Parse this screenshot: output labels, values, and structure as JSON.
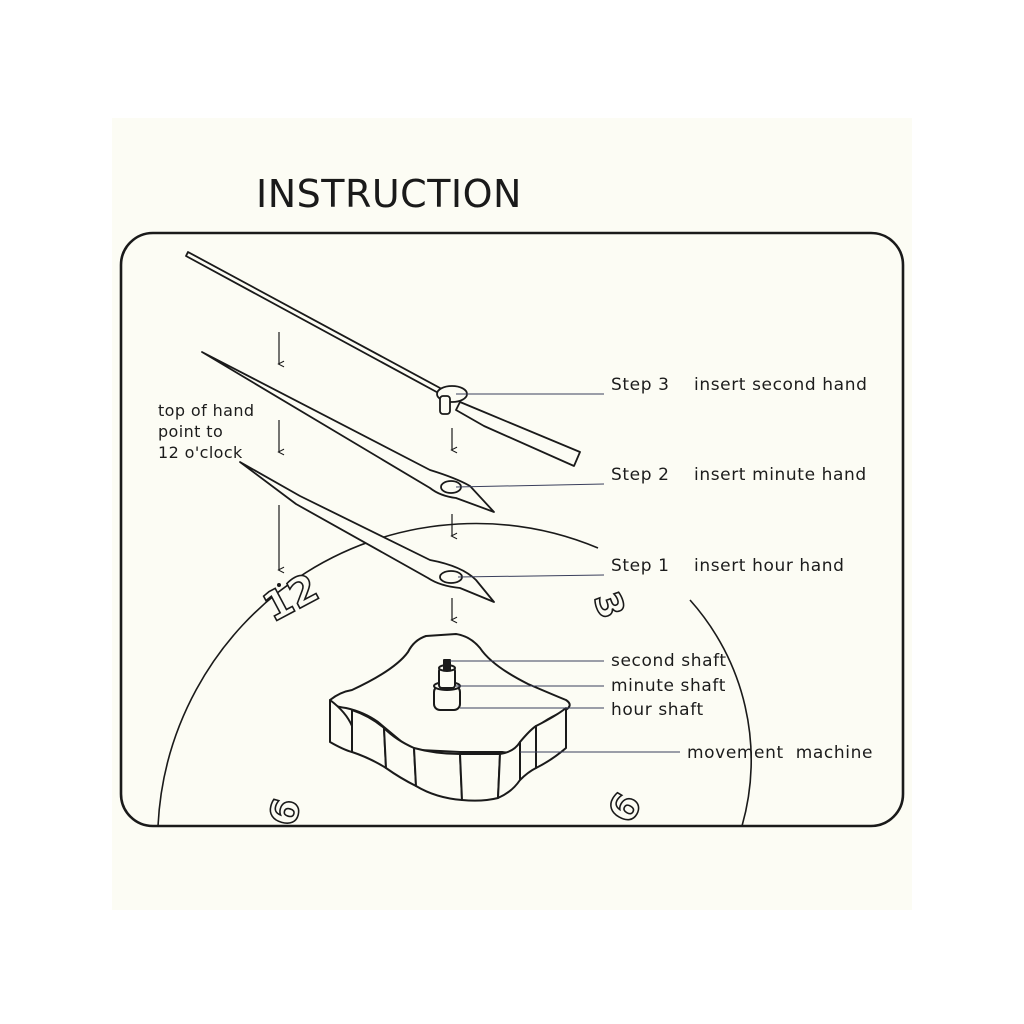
{
  "title": "INSTRUCTION",
  "note": {
    "lines": [
      "top of hand",
      "point to",
      "12 o'clock"
    ]
  },
  "steps": [
    {
      "step": "Step 3",
      "action": "insert second hand"
    },
    {
      "step": "Step 2",
      "action": "insert minute hand"
    },
    {
      "step": "Step 1",
      "action": "insert hour hand"
    }
  ],
  "parts": {
    "second_shaft": "second shaft",
    "minute_shaft": "minute shaft",
    "hour_shaft": "hour shaft",
    "movement": "movement  machine"
  },
  "dial_numerals": {
    "twelve": "12",
    "three": "3",
    "six": "6",
    "nine": "9"
  },
  "colors": {
    "line": "#1a1a1a",
    "leader": "#3a3f5c",
    "paper": "#fcfcf4"
  }
}
